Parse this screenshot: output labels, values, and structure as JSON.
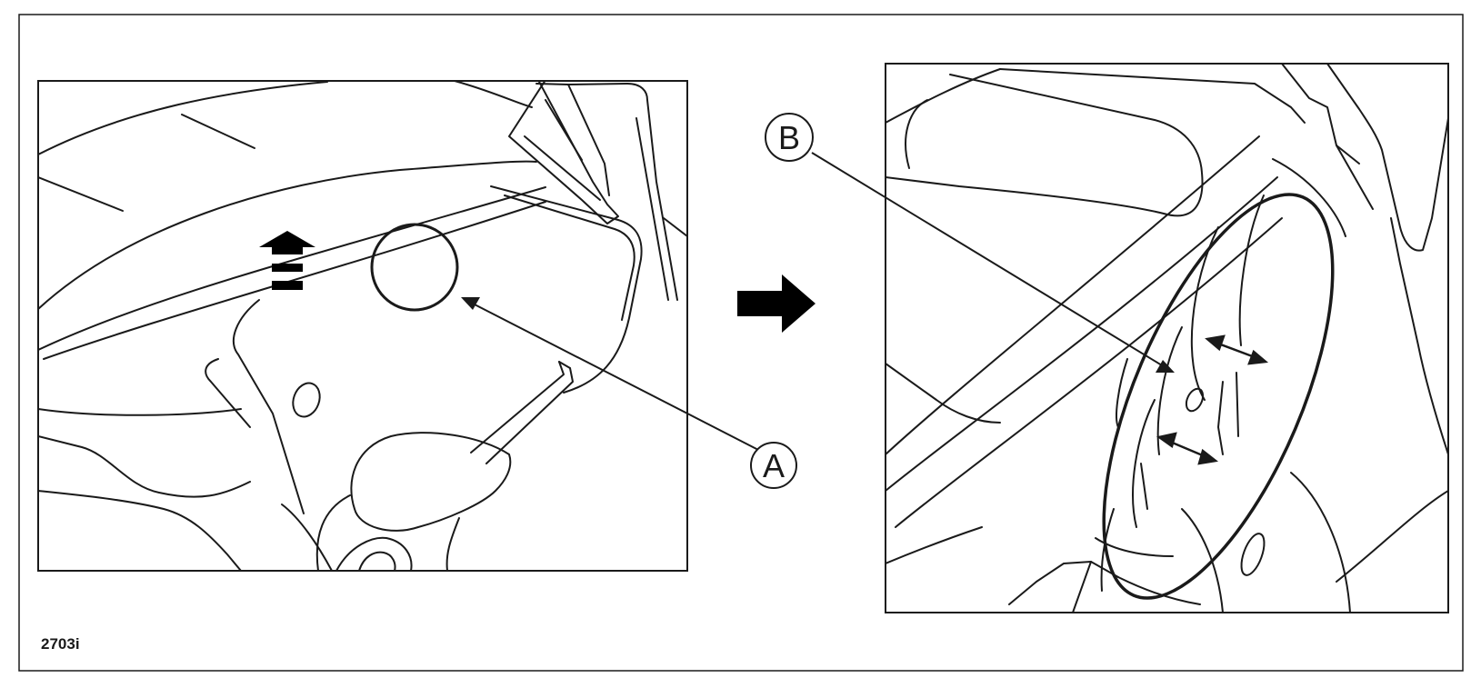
{
  "callouts": {
    "a": "A",
    "b": "B"
  },
  "figure_ref": "2703i",
  "colors": {
    "ink": "#1a1a1a",
    "paper": "#ffffff"
  },
  "icons": {
    "push_direction": "arrow-up-dashed-icon",
    "step_transition": "arrow-right-icon",
    "adjust_direction": "double-arrow-icon"
  }
}
